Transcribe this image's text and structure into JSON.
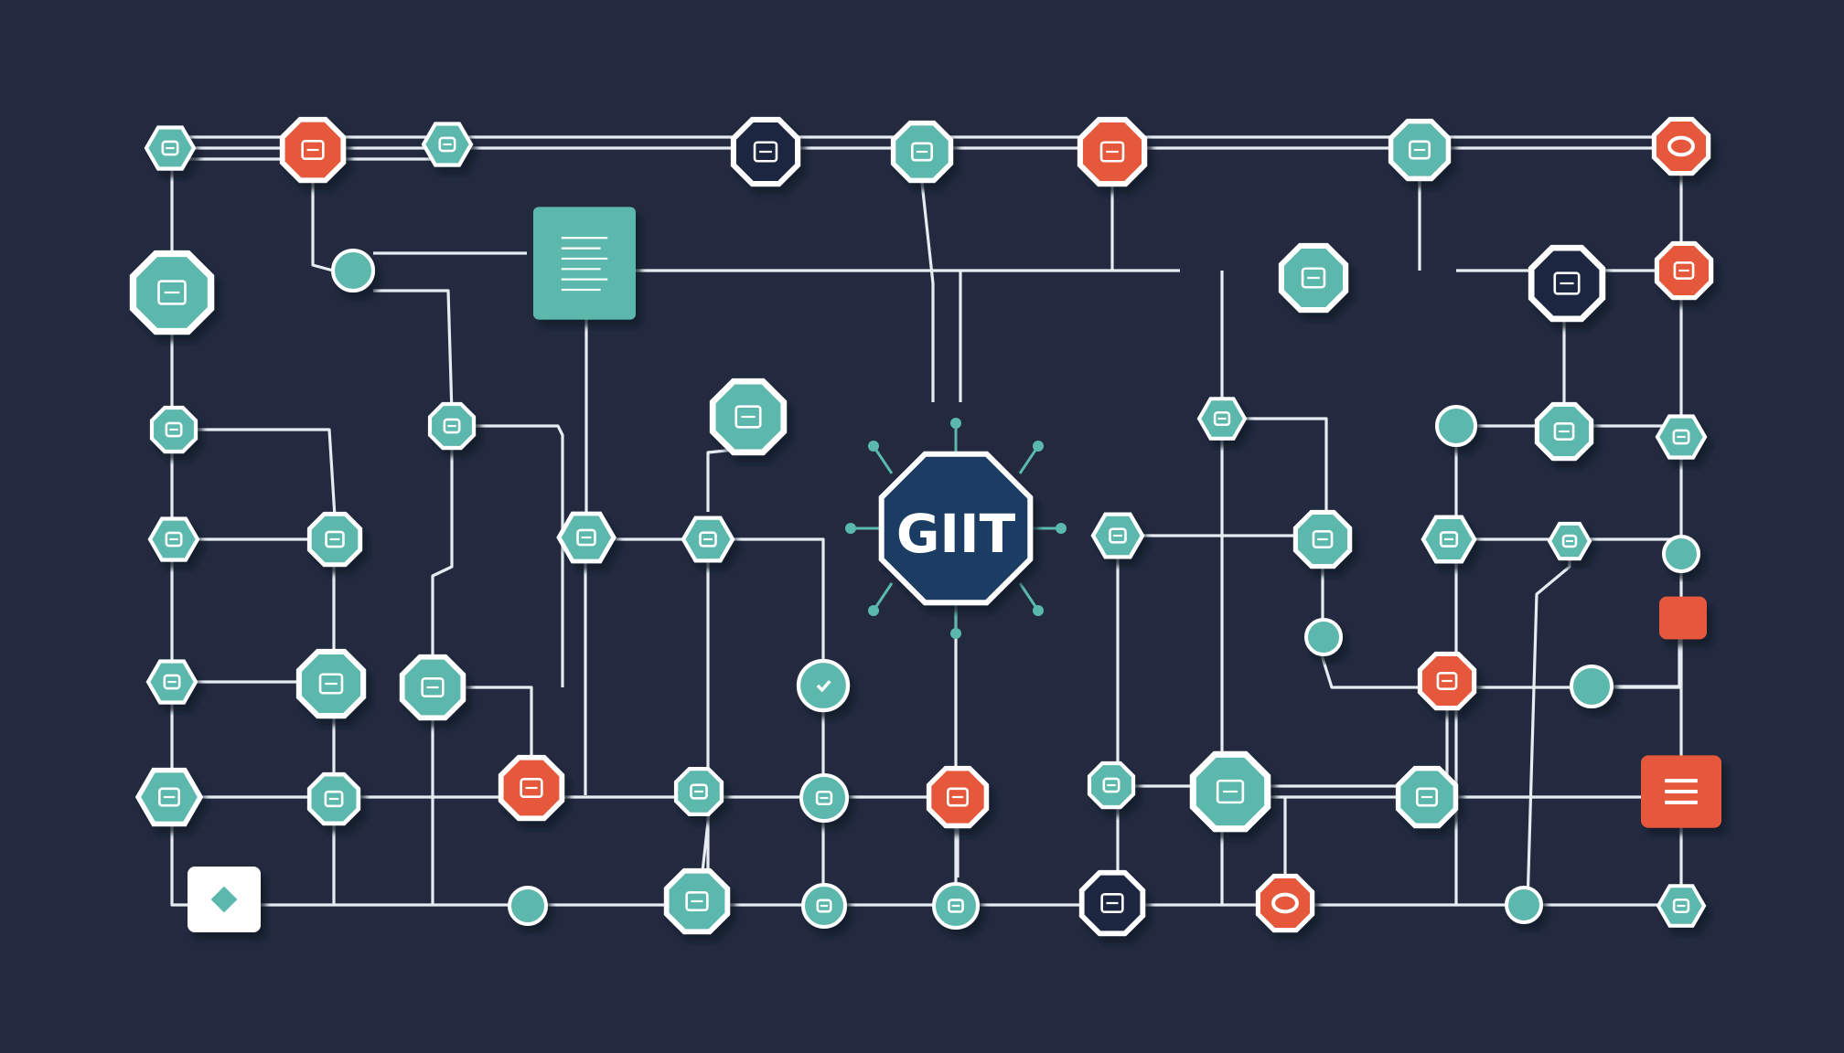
{
  "diagram": {
    "background": "#232a3f",
    "colors": {
      "teal": "#5bb8ac",
      "orange": "#e5583b",
      "navy": "#1f3d63",
      "dark": "#1f2740",
      "white": "#ffffff",
      "edge": "#e6ecf2"
    },
    "hub": {
      "label": "GIIT",
      "color": "navy"
    },
    "nodes": [
      {
        "id": "n1",
        "shape": "hex",
        "color": "teal",
        "icon": "tool-icon"
      },
      {
        "id": "n2",
        "shape": "oct",
        "color": "orange",
        "icon": "folder-icon"
      },
      {
        "id": "n3",
        "shape": "hex",
        "color": "teal",
        "icon": "chart-icon"
      },
      {
        "id": "n4",
        "shape": "oct",
        "color": "dark",
        "icon": "database-icon"
      },
      {
        "id": "n5",
        "shape": "oct",
        "color": "teal",
        "icon": "shield-icon"
      },
      {
        "id": "n6",
        "shape": "oct",
        "color": "orange",
        "icon": "link-icon"
      },
      {
        "id": "n7",
        "shape": "oct",
        "color": "teal",
        "icon": "user-icon"
      },
      {
        "id": "n8",
        "shape": "oct",
        "color": "orange",
        "icon": "ring-icon"
      },
      {
        "id": "n9",
        "shape": "oct",
        "color": "teal",
        "icon": "server-icon"
      },
      {
        "id": "n10",
        "shape": "circle",
        "color": "teal",
        "icon": "dot-icon"
      },
      {
        "id": "n11",
        "shape": "rect",
        "color": "teal",
        "icon": "document-icon"
      },
      {
        "id": "n12",
        "shape": "oct",
        "color": "teal",
        "icon": "mail-icon"
      },
      {
        "id": "n13",
        "shape": "oct",
        "color": "dark",
        "icon": "settings-icon"
      },
      {
        "id": "n14",
        "shape": "oct",
        "color": "orange",
        "icon": "cloud-icon"
      },
      {
        "id": "n15",
        "shape": "oct",
        "color": "teal",
        "icon": "lock-icon"
      },
      {
        "id": "n16",
        "shape": "oct",
        "color": "teal",
        "icon": "monitor-icon"
      },
      {
        "id": "n17",
        "shape": "oct",
        "color": "teal",
        "icon": "inbox-icon"
      },
      {
        "id": "n18",
        "shape": "hex",
        "color": "teal",
        "icon": "lock-icon"
      },
      {
        "id": "n19",
        "shape": "circle",
        "color": "teal",
        "icon": "dot-icon"
      },
      {
        "id": "n20",
        "shape": "oct",
        "color": "teal",
        "icon": "table-icon"
      },
      {
        "id": "n21",
        "shape": "hex",
        "color": "teal",
        "icon": "search-icon"
      },
      {
        "id": "n22",
        "shape": "hex",
        "color": "teal",
        "icon": "code-icon"
      },
      {
        "id": "n23",
        "shape": "oct",
        "color": "teal",
        "icon": "truck-icon"
      },
      {
        "id": "n24",
        "shape": "hex",
        "color": "teal",
        "icon": "clock-icon"
      },
      {
        "id": "n25",
        "shape": "hex",
        "color": "teal",
        "icon": "briefcase-icon"
      },
      {
        "id": "n26",
        "shape": "hex",
        "color": "teal",
        "icon": "globe-icon"
      },
      {
        "id": "n27",
        "shape": "oct",
        "color": "teal",
        "icon": "grid-icon"
      },
      {
        "id": "n28",
        "shape": "hex",
        "color": "teal",
        "icon": "folder-icon"
      },
      {
        "id": "n29",
        "shape": "hex",
        "color": "teal",
        "icon": "globe-icon"
      },
      {
        "id": "n30",
        "shape": "circle",
        "color": "teal",
        "icon": "dot-icon"
      },
      {
        "id": "n31",
        "shape": "rrect",
        "color": "orange",
        "icon": "square-icon"
      },
      {
        "id": "n32",
        "shape": "hex",
        "color": "teal",
        "icon": "tag-icon"
      },
      {
        "id": "n33",
        "shape": "oct",
        "color": "teal",
        "icon": "save-icon"
      },
      {
        "id": "n34",
        "shape": "oct",
        "color": "teal",
        "icon": "search-icon"
      },
      {
        "id": "n35",
        "shape": "circle",
        "color": "teal",
        "icon": "check-icon"
      },
      {
        "id": "n36",
        "shape": "circle",
        "color": "teal",
        "icon": "dot-icon"
      },
      {
        "id": "n37",
        "shape": "oct",
        "color": "orange",
        "icon": "shield-icon"
      },
      {
        "id": "n38",
        "shape": "circle",
        "color": "teal",
        "icon": "dot-icon"
      },
      {
        "id": "n39",
        "shape": "hex",
        "color": "teal",
        "icon": "car-icon"
      },
      {
        "id": "n40",
        "shape": "oct",
        "color": "teal",
        "icon": "phone-icon"
      },
      {
        "id": "n41",
        "shape": "oct",
        "color": "orange",
        "icon": "shield-icon"
      },
      {
        "id": "n42",
        "shape": "oct",
        "color": "teal",
        "icon": "truck-icon"
      },
      {
        "id": "n43",
        "shape": "circle",
        "color": "teal",
        "icon": "clock-icon"
      },
      {
        "id": "n44",
        "shape": "oct",
        "color": "orange",
        "icon": "copy-icon"
      },
      {
        "id": "n45",
        "shape": "oct",
        "color": "teal",
        "icon": "globe-icon"
      },
      {
        "id": "n46",
        "shape": "oct",
        "color": "teal",
        "icon": "document-icon"
      },
      {
        "id": "n47",
        "shape": "oct",
        "color": "teal",
        "icon": "pen-icon"
      },
      {
        "id": "n48",
        "shape": "rrect",
        "color": "orange",
        "icon": "menu-icon"
      },
      {
        "id": "n49",
        "shape": "rrect",
        "color": "white",
        "icon": "diamond-icon"
      },
      {
        "id": "n50",
        "shape": "circle",
        "color": "teal",
        "icon": "dot-icon"
      },
      {
        "id": "n51",
        "shape": "oct",
        "color": "teal",
        "icon": "tools-icon"
      },
      {
        "id": "n52",
        "shape": "circle",
        "color": "teal",
        "icon": "arrow-icon"
      },
      {
        "id": "n53",
        "shape": "circle",
        "color": "teal",
        "icon": "minus-icon"
      },
      {
        "id": "n54",
        "shape": "oct",
        "color": "dark",
        "icon": "bulb-icon"
      },
      {
        "id": "n55",
        "shape": "oct",
        "color": "orange",
        "icon": "ring-icon"
      },
      {
        "id": "n56",
        "shape": "circle",
        "color": "teal",
        "icon": "dot-icon"
      },
      {
        "id": "n57",
        "shape": "hex",
        "color": "teal",
        "icon": "link-icon"
      },
      {
        "id": "n58",
        "shape": "circle",
        "color": "teal",
        "icon": "dot-icon"
      },
      {
        "id": "n59",
        "shape": "circle",
        "color": "teal",
        "icon": "dot-icon"
      },
      {
        "id": "n60",
        "shape": "circle",
        "color": "teal",
        "icon": "dot-icon"
      }
    ]
  }
}
